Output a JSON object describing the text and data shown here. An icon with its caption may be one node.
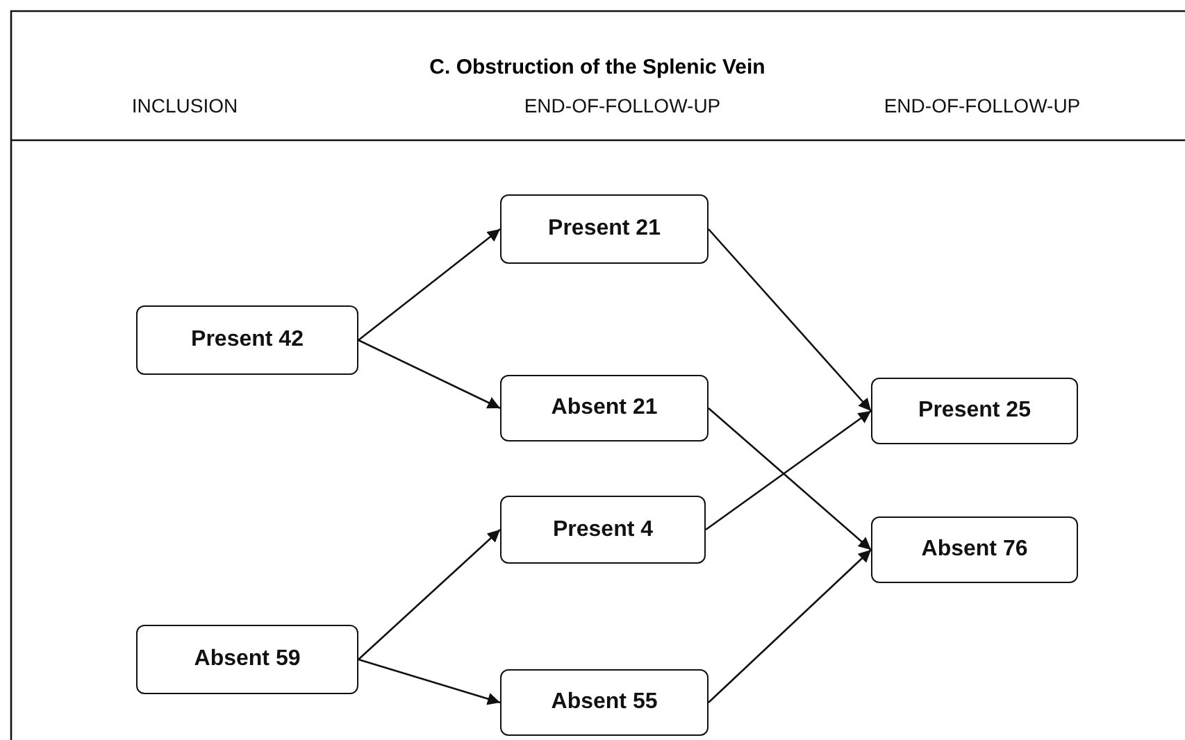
{
  "diagram": {
    "title": "C. Obstruction of the Splenic Vein",
    "nodes": [
      {
        "text": [
          "Present 42"
        ]
      },
      {
        "text": [
          "Absent 59"
        ]
      },
      {
        "text": [
          "Present 21"
        ]
      },
      {
        "text": [
          "Absent 21"
        ]
      },
      {
        "text": [
          "Present 4"
        ]
      },
      {
        "text": [
          "Absent 55"
        ]
      },
      {
        "text": [
          "Present 25"
        ]
      },
      {
        "text": [
          "Absent 76"
        ]
      }
    ],
    "edges": [
      {
        "from": 0,
        "to": 2,
        "arrow": "to"
      },
      {
        "from": 0,
        "to": 3,
        "arrow": "to"
      },
      {
        "from": 1,
        "to": 4,
        "arrow": "to"
      },
      {
        "from": 1,
        "to": 5,
        "arrow": "to"
      },
      {
        "from": 2,
        "to": 6,
        "arrow": "to"
      },
      {
        "from": 3,
        "to": 7,
        "arrow": "to"
      },
      {
        "from": 4,
        "to": 6,
        "arrow": "to"
      },
      {
        "from": 5,
        "to": 7,
        "arrow": "to"
      }
    ],
    "labels": [
      "INCLUSION",
      "END-OF-FOLLOW-UP",
      "END-OF-FOLLOW-UP"
    ]
  }
}
